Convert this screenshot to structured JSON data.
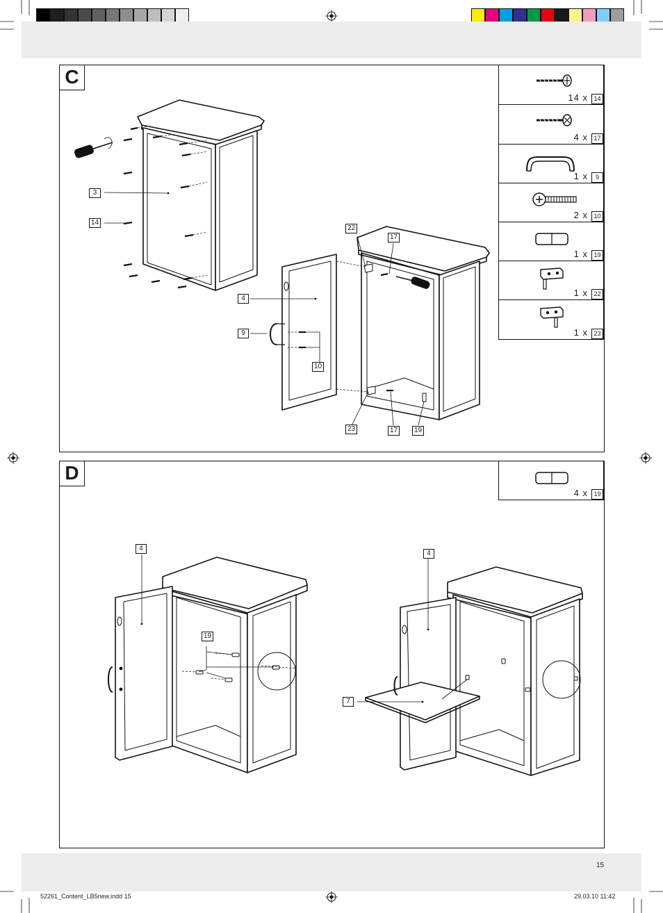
{
  "print_marks": {
    "gray_scale": [
      "#000000",
      "#1f1f1f",
      "#333333",
      "#4a4a4a",
      "#606060",
      "#777777",
      "#8e8e8e",
      "#a6a6a6",
      "#bdbdbd",
      "#d5d5d5",
      "#eeeeee",
      "#ffffff"
    ],
    "color_bar": [
      "#ffed00",
      "#e6007e",
      "#009fe3",
      "#2e3192",
      "#009a44",
      "#e30613",
      "#1a1a1a",
      "#fff587",
      "#f49ac1",
      "#7fcef4",
      "#9d9d9c"
    ]
  },
  "section_c": {
    "letter": "C",
    "parts": [
      {
        "qty": "14 x",
        "id": "14",
        "icon": "wood-screw-icon"
      },
      {
        "qty": "4 x",
        "id": "17",
        "icon": "wood-screw-icon"
      },
      {
        "qty": "1 x",
        "id": "9",
        "icon": "handle-icon"
      },
      {
        "qty": "2 x",
        "id": "10",
        "icon": "machine-screw-icon"
      },
      {
        "qty": "1 x",
        "id": "19",
        "icon": "dowel-icon"
      },
      {
        "qty": "1 x",
        "id": "22",
        "icon": "hinge-bracket-icon"
      },
      {
        "qty": "1 x",
        "id": "23",
        "icon": "hinge-bracket-icon"
      }
    ],
    "callouts": {
      "c3": "3",
      "c14": "14",
      "c22": "22",
      "c17a": "17",
      "c4": "4",
      "c9": "9",
      "c10": "10",
      "c23": "23",
      "c17b": "17",
      "c19": "19"
    }
  },
  "section_d": {
    "letter": "D",
    "parts": [
      {
        "qty": "4 x",
        "id": "19",
        "icon": "dowel-icon"
      }
    ],
    "callouts": {
      "c4a": "4",
      "c19": "19",
      "c4b": "4",
      "c7": "7"
    }
  },
  "page_number": "15",
  "slug": {
    "file": "52261_Content_LB5new.indd   15",
    "date": "29.03.10   11:42"
  }
}
